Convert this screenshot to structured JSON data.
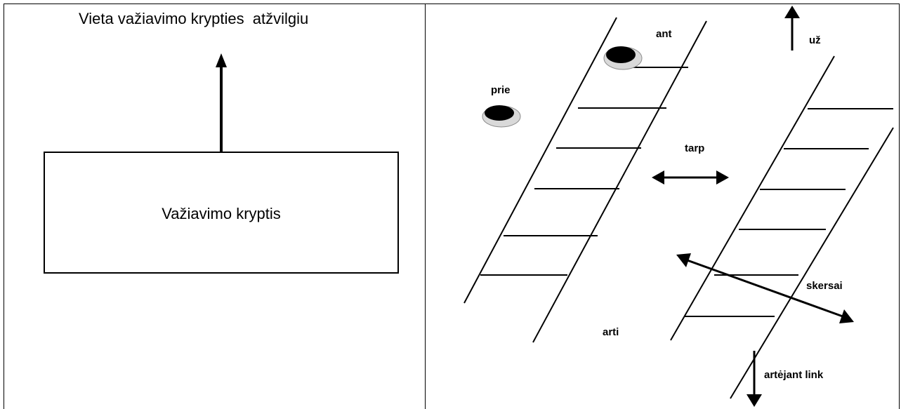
{
  "left_panel": {
    "title": "Vieta važiavimo krypties  atžvilgiu",
    "box_label": "Važiavimo kryptis"
  },
  "right_panel": {
    "labels": {
      "ant": "ant",
      "uz": "už",
      "prie": "prie",
      "tarp": "tarp",
      "skersai": "skersai",
      "arti": "arti",
      "artejant_link": "artėjant link"
    }
  }
}
